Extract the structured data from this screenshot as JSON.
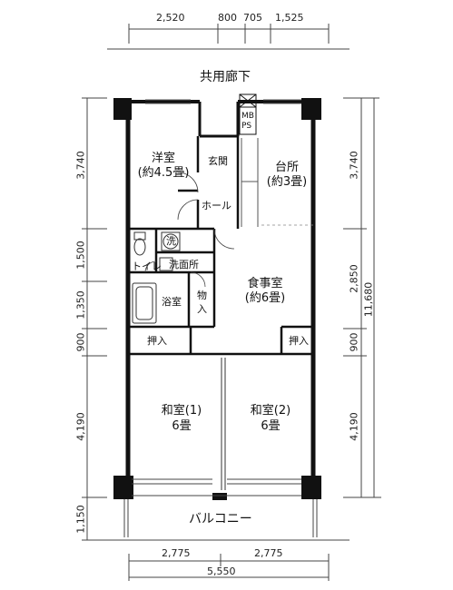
{
  "top_dimensions": [
    "2,520",
    "800",
    "705",
    "1,525"
  ],
  "corridor_label": "共用廊下",
  "left_dimensions": [
    "3,740",
    "1,500",
    "1,350",
    "900",
    "4,190",
    "1,150"
  ],
  "right_dimensions_inner": [
    "3,740",
    "2,850",
    "900",
    "4,190"
  ],
  "right_dimension_total": "11,680",
  "rooms": {
    "western": {
      "name": "洋室",
      "size": "(約4.5畳)"
    },
    "entrance": "玄関",
    "hall": "ホール",
    "kitchen": {
      "name": "台所",
      "size": "(約3畳)"
    },
    "mbps": [
      "MB",
      "PS"
    ],
    "washer": "洗",
    "toilet": "トイレ",
    "washroom": "洗面所",
    "bath": "浴室",
    "storage": [
      "物",
      "入"
    ],
    "dining": {
      "name": "食事室",
      "size": "(約6畳)"
    },
    "closet_left": "押入",
    "closet_right": "押入",
    "japanese1": {
      "name": "和室(1)",
      "size": "6畳"
    },
    "japanese2": {
      "name": "和室(2)",
      "size": "6畳"
    }
  },
  "balcony_label": "バルコニー",
  "bottom_dimensions": [
    "2,775",
    "2,775"
  ],
  "bottom_total": "5,550"
}
